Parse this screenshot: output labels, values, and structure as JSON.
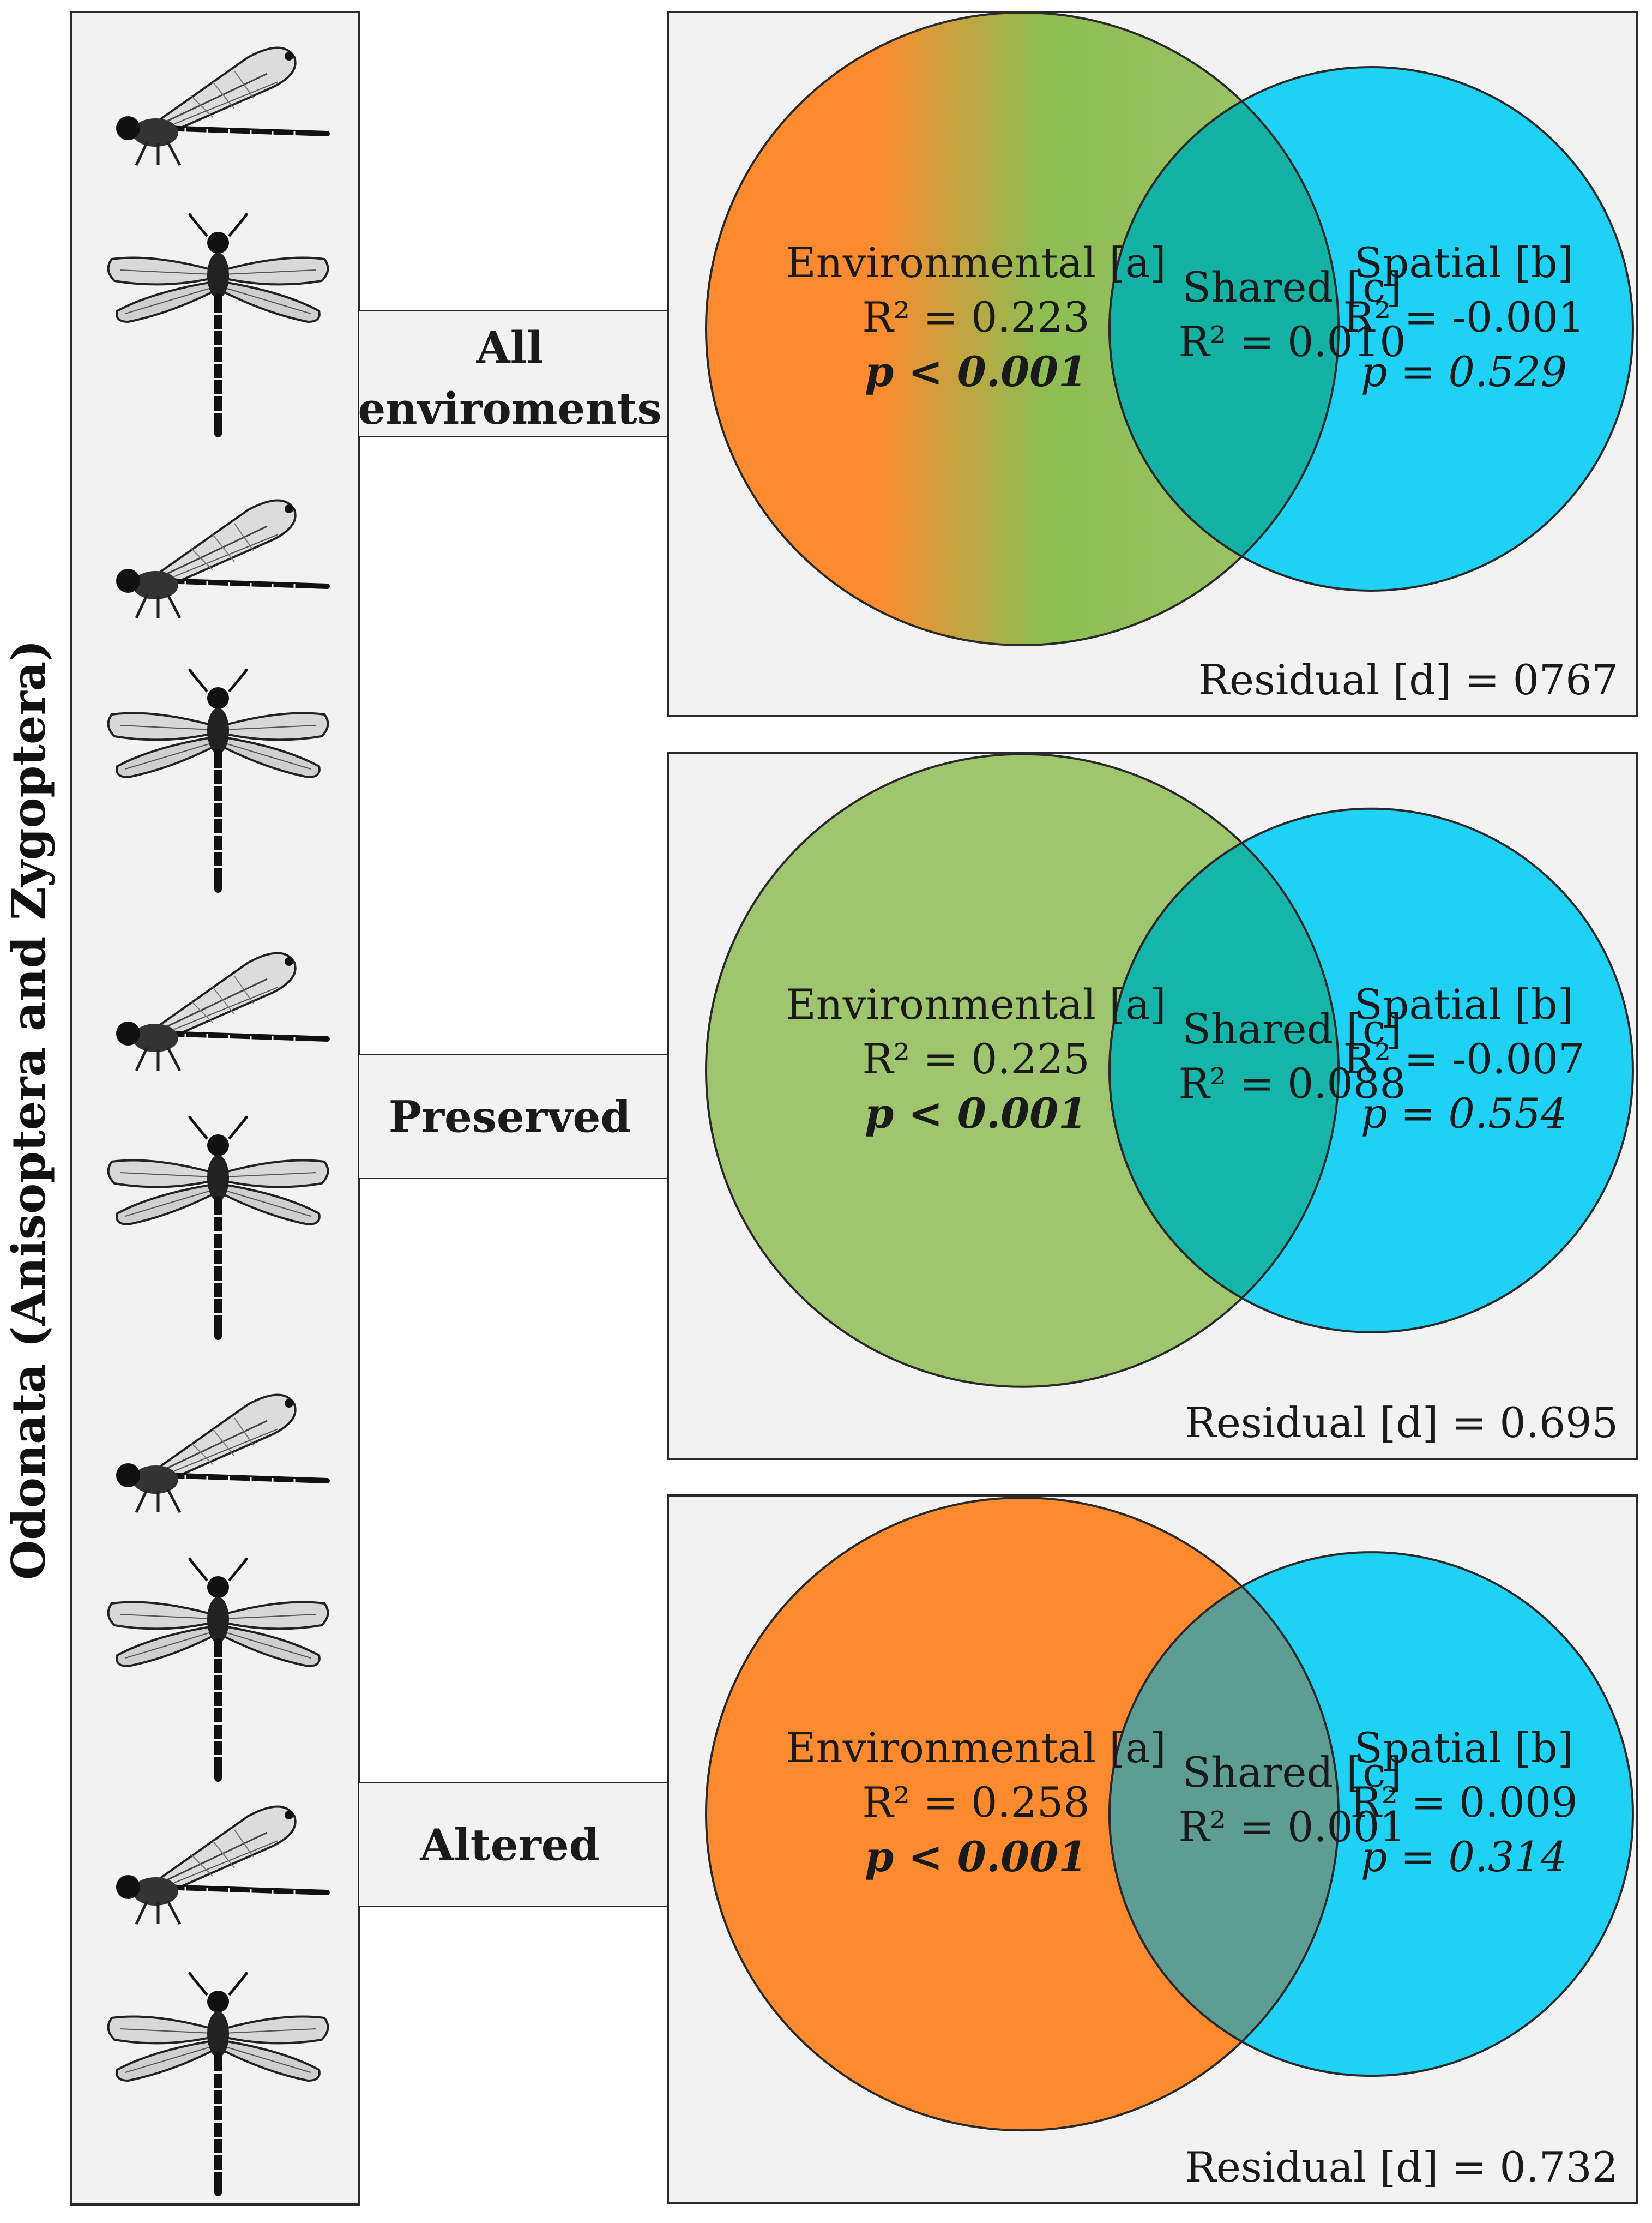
{
  "taxon_label": "Odonata (Anisoptera and Zygoptera)",
  "colors": {
    "panel_bg": "#f2f2f2",
    "orange": "#fd8a2e",
    "green": "#a0c56f",
    "gradient_green": "#8dbd52",
    "blue": "#1fd2f5",
    "shared_on_green": "#16b5a9",
    "shared_on_gradient": "#13b2a4",
    "shared_on_orange": "#5e9d94",
    "outline": "#2a2a2a"
  },
  "panels": [
    {
      "key": "all",
      "group_label_lines": [
        "All",
        "enviroments"
      ],
      "env_fill": "gradient",
      "environmental": {
        "label": "Environmental [a]",
        "r2": "R² = 0.223",
        "p": "p < 0.001"
      },
      "shared": {
        "label": "Shared [c]",
        "r2": "R² = 0.010"
      },
      "spatial": {
        "label": "Spatial [b]",
        "r2": "R² = -0.001",
        "p": "p = 0.529"
      },
      "residual": "Residual [d] = 0767"
    },
    {
      "key": "preserved",
      "group_label_lines": [
        "Preserved"
      ],
      "env_fill": "green",
      "environmental": {
        "label": "Environmental [a]",
        "r2": "R² = 0.225",
        "p": "p < 0.001"
      },
      "shared": {
        "label": "Shared [c]",
        "r2": "R² = 0.088"
      },
      "spatial": {
        "label": "Spatial [b]",
        "r2": "R² = -0.007",
        "p": "p = 0.554"
      },
      "residual": "Residual [d] = 0.695"
    },
    {
      "key": "altered",
      "group_label_lines": [
        "Altered"
      ],
      "env_fill": "orange",
      "environmental": {
        "label": "Environmental [a]",
        "r2": "R² = 0.258",
        "p": "p < 0.001"
      },
      "shared": {
        "label": "Shared [c]",
        "r2": "R² = 0.001"
      },
      "spatial": {
        "label": "Spatial [b]",
        "r2": "R² = 0.009",
        "p": "p = 0.314"
      },
      "residual": "Residual [d] = 0.732"
    }
  ],
  "insect_icons": [
    "damselfly-icon",
    "dragonfly-icon",
    "damselfly-icon",
    "dragonfly-icon",
    "damselfly-icon",
    "dragonfly-icon",
    "damselfly-icon",
    "dragonfly-icon",
    "damselfly-icon",
    "dragonfly-icon"
  ]
}
